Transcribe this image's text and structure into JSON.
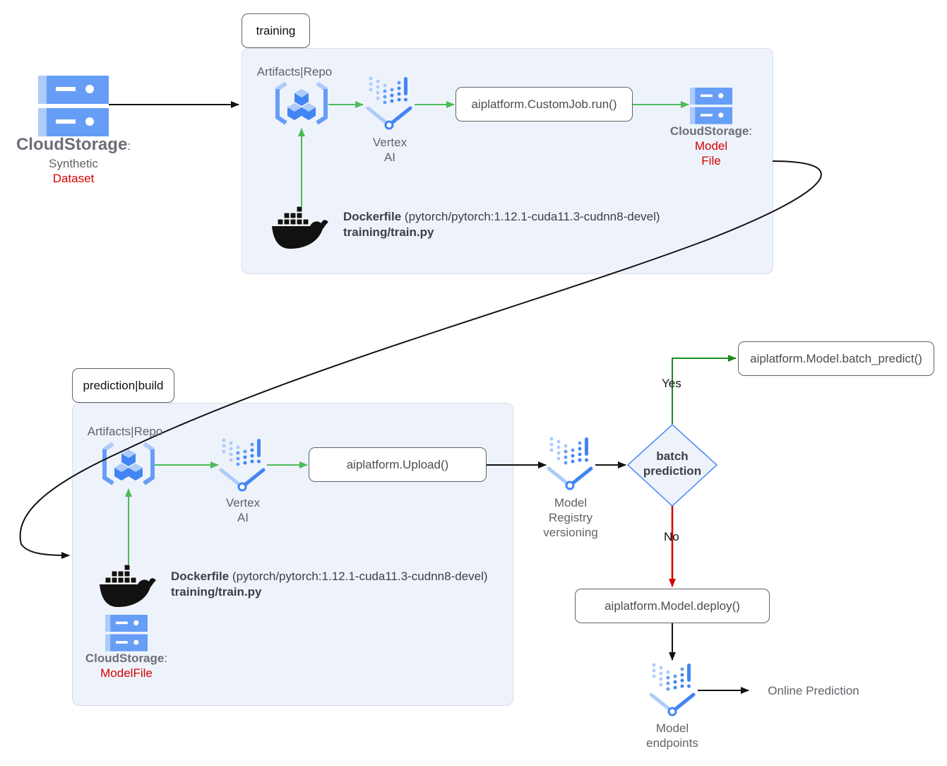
{
  "groups": {
    "training": "training",
    "prediction": "prediction|build"
  },
  "source_storage": {
    "title": "CloudStorage",
    "colon": ":",
    "line1": "Synthetic",
    "line2": "Dataset"
  },
  "training": {
    "artifacts_label": "Artifacts|Repo",
    "vertex_line1": "Vertex",
    "vertex_line2": "AI",
    "job_box": "aiplatform.CustomJob.run()",
    "storage_title": "CloudStorage",
    "storage_colon": ":",
    "storage_line1": "Model",
    "storage_line2": "File",
    "dockerfile_bold": "Dockerfile",
    "dockerfile_rest": " (pytorch/pytorch:1.12.1-cuda11.3-cudnn8-devel)",
    "train_script": "training/train.py"
  },
  "prediction": {
    "artifacts_label": "Artifacts|Repo",
    "vertex_line1": "Vertex",
    "vertex_line2": "AI",
    "upload_box": "aiplatform.Upload()",
    "dockerfile_bold": "Dockerfile",
    "dockerfile_rest": " (pytorch/pytorch:1.12.1-cuda11.3-cudnn8-devel)",
    "train_script": "training/train.py",
    "storage_title": "CloudStorage",
    "storage_colon": ":",
    "storage_line1": "ModelFile"
  },
  "registry": {
    "line1": "Model",
    "line2": "Registry",
    "line3": "versioning"
  },
  "decision": {
    "line1": "batch",
    "line2": "prediction",
    "yes": "Yes",
    "no": "No"
  },
  "batch_box": "aiplatform.Model.batch_predict()",
  "deploy_box": "aiplatform.Model.deploy()",
  "endpoints": {
    "line1": "Model",
    "line2": "endpoints"
  },
  "online_prediction": "Online Prediction",
  "colors": {
    "green_arrow": "#4cbb5a",
    "yes_arrow": "#1e8a1e",
    "no_arrow": "#d50000",
    "group_bg": "#eef3fb",
    "gcp_blue": "#4285f4",
    "gcp_light_blue": "#aecbfa",
    "storage_red_text": "#d50000"
  }
}
